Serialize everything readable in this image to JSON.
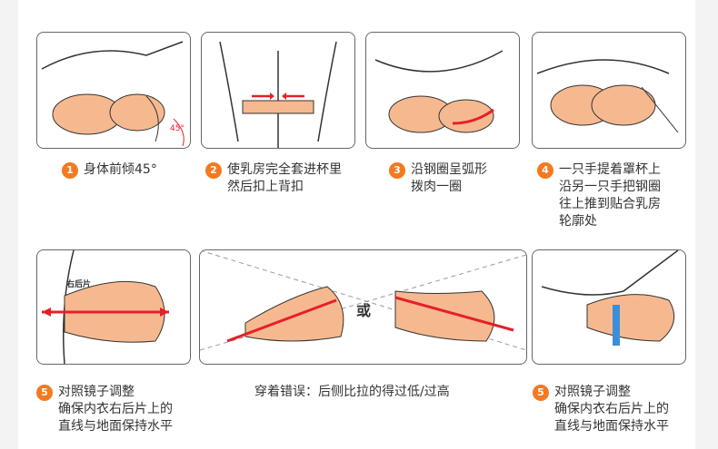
{
  "steps": [
    {
      "num": "1",
      "lines": [
        "身体前倾45°"
      ],
      "angle_label": "45°"
    },
    {
      "num": "2",
      "lines": [
        "使乳房完全套进杯里",
        "然后扣上背扣"
      ]
    },
    {
      "num": "3",
      "lines": [
        "沿钢圈呈弧形",
        "拨肉一圈"
      ]
    },
    {
      "num": "4",
      "lines": [
        "一只手提着罩杯上",
        "沿另一只手把钢圈",
        "往上推到贴合乳房",
        "轮廓处"
      ]
    },
    {
      "num": "5",
      "lines": [
        "对照镜子调整",
        "确保内衣右后片上的",
        "直线与地面保持水平"
      ],
      "tag": "右后片"
    },
    {
      "num": "5",
      "lines": [
        "对照镜子调整",
        "确保内衣右后片上的",
        "直线与地面保持水平"
      ]
    }
  ],
  "error": {
    "caption": "穿着错误：后侧比拉的得过低/过高",
    "or_label": "或"
  },
  "colors": {
    "accent": "#f47920",
    "skin": "#f6b98f",
    "arrow": "#e5202a"
  }
}
